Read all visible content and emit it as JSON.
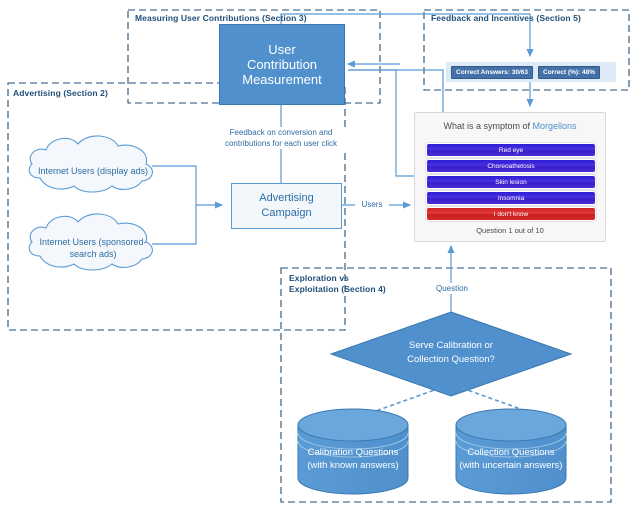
{
  "sections": {
    "advertising": "Advertising (Section 2)",
    "measuring": "Measuring User Contributions (Section 3)",
    "exploration": "Exploration vs\nExploitation (Section 4)",
    "feedback": "Feedback and Incentives (Section 5)"
  },
  "nodes": {
    "user_contribution_measurement": "User\nContribution\nMeasurement",
    "advertising_campaign": "Advertising\nCampaign",
    "cloud_display_ads": "Internet Users (display ads)",
    "cloud_sponsored_ads": "Internet Users (sponsored-\nsearch ads)",
    "decision": "Serve Calibration or\nCollection Question?",
    "calibration_db": "Calibration Questions\n(with known answers)",
    "collection_db": "Collection Questions\n(with uncertain answers)"
  },
  "edge_labels": {
    "feedback_conversion": "Feedback on conversion and\ncontributions for each user click",
    "users": "Users",
    "question": "Question"
  },
  "stats": {
    "correct_answers": "Correct Answers: 30/63",
    "correct_percent": "Correct (%): 48%"
  },
  "quiz": {
    "question_prefix": "What is a symptom of ",
    "question_link": "Morgellons",
    "options": [
      "Red eye",
      "Choreoathetosis",
      "Skin lesion",
      "Insomnia",
      "I don't know"
    ],
    "progress": "Question 1 out of 10"
  },
  "colors": {
    "process_fill": "#4F90CD",
    "section_label": "#1F4E79",
    "connector": "#5B9BD5",
    "option_blue": "#3a1fc8",
    "option_red": "#cf2424"
  }
}
